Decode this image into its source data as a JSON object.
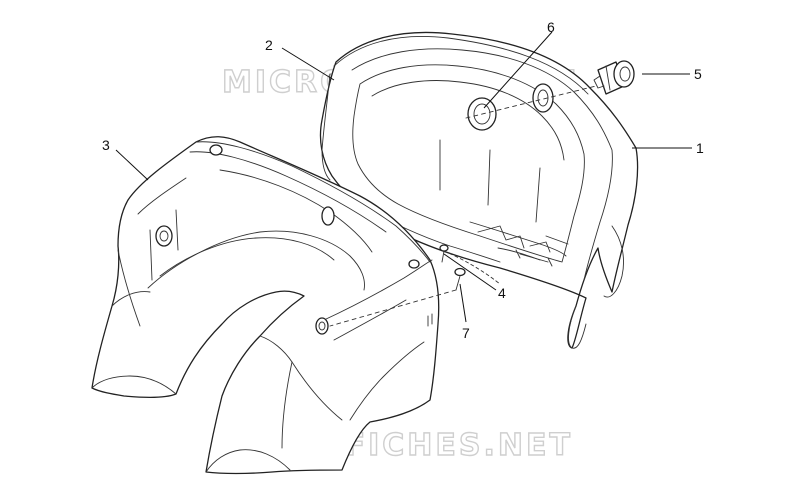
{
  "watermarks": [
    "MICROFICHES.NET",
    "MICROFICHES.NET"
  ],
  "callouts": [
    {
      "id": "1",
      "label": "1"
    },
    {
      "id": "2",
      "label": "2"
    },
    {
      "id": "3",
      "label": "3"
    },
    {
      "id": "4",
      "label": "4"
    },
    {
      "id": "5",
      "label": "5"
    },
    {
      "id": "6",
      "label": "6"
    },
    {
      "id": "7",
      "label": "7"
    }
  ],
  "colors": {
    "line": "#222222",
    "watermark": "#cfcfcf",
    "background": "#ffffff"
  }
}
